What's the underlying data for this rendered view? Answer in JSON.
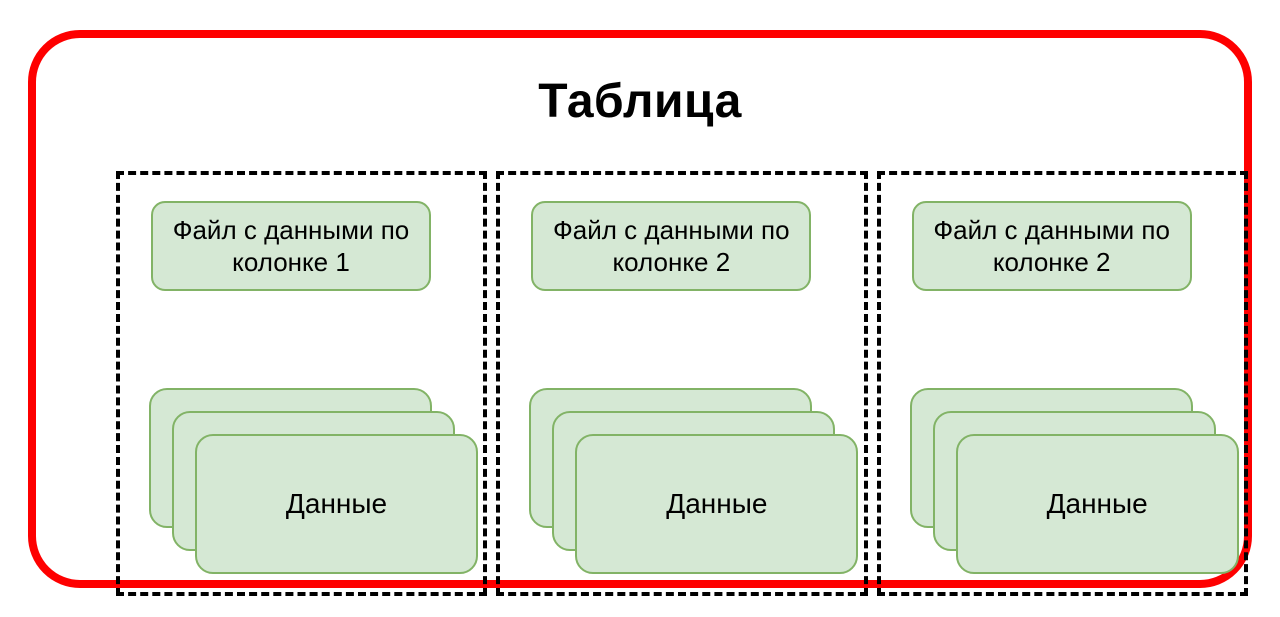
{
  "diagram": {
    "title": "Таблица",
    "columns": [
      {
        "header": "Файл с данными по колонке 1",
        "stack_label": "Данные"
      },
      {
        "header": "Файл с данными по колонке 2",
        "stack_label": "Данные"
      },
      {
        "header": "Файл с данными по колонке 2",
        "stack_label": "Данные"
      }
    ],
    "colors": {
      "outer_border": "#fe0000",
      "column_dash_border": "#000000",
      "node_fill": "#d5e8d4",
      "node_stroke": "#82b366",
      "text": "#000000",
      "background": "#ffffff"
    }
  }
}
